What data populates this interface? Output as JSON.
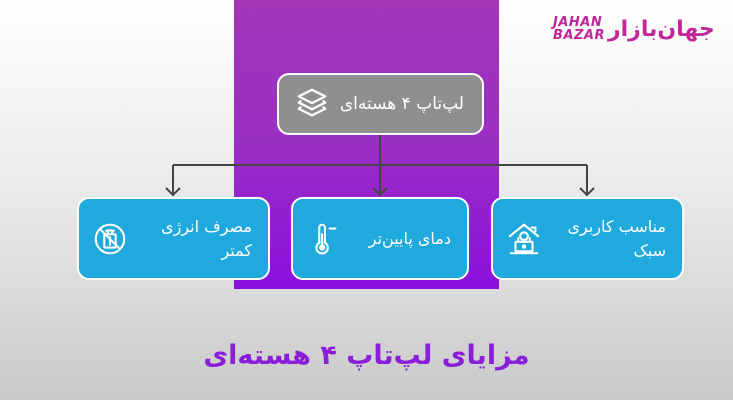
{
  "logo": {
    "latin_line1": "JAHAN",
    "latin_line2": "BAZAR",
    "persian": "جهان‌بازار",
    "color": "#c0279a"
  },
  "diagram": {
    "root": {
      "label": "لپ‌تاپ ۴ هسته‌ای",
      "icon": "layers-icon",
      "color": "#8f8f8f"
    },
    "children": [
      {
        "label_line1": "مناسب کاربری",
        "label_line2": "سبک",
        "icon": "house-laptop-icon"
      },
      {
        "label_line1": "دمای پایین‌تر",
        "label_line2": "",
        "icon": "thermometer-low-icon"
      },
      {
        "label_line1": "مصرف انرژی",
        "label_line2": "کمتر",
        "icon": "no-battery-icon"
      }
    ],
    "child_color": "#1fa9dc",
    "panel_color": "#9a2fc4",
    "connector_color": "#444444"
  },
  "title": {
    "text": "مزایای لپ‌تاپ ۴ هسته‌ای",
    "color": "#8b1ed8"
  }
}
